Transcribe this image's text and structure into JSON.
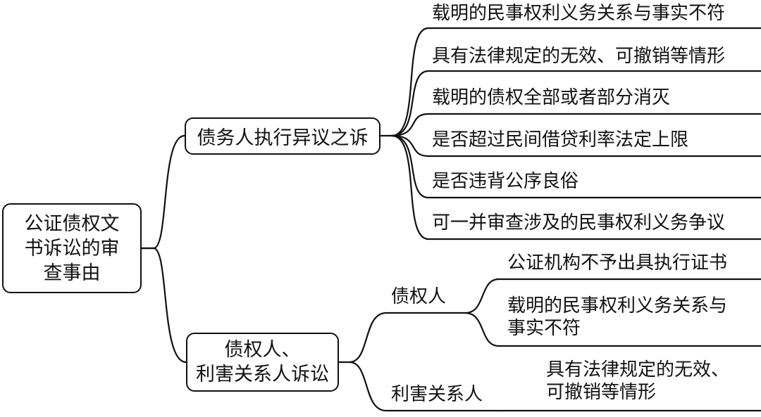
{
  "root": {
    "line1": "公证债权文",
    "line2": "书诉讼的审",
    "line3": "查事由"
  },
  "branch1": {
    "label": "债务人执行异议之诉",
    "items": [
      "载明的民事权利义务关系与事实不符",
      "具有法律规定的无效、可撤销等情形",
      "载明的债权全部或者部分消灭",
      "是否超过民间借贷利率法定上限",
      "是否违背公序良俗",
      "可一并审查涉及的民事权利义务争议"
    ]
  },
  "branch2": {
    "line1": "债权人、",
    "line2": "利害关系人诉讼",
    "creditor": {
      "label": "债权人",
      "items": [
        "公证机构不予出具执行证书",
        {
          "line1": "载明的民事权利义务关系与",
          "line2": "事实不符"
        }
      ]
    },
    "interested": {
      "label": "利害关系人",
      "items": [
        {
          "line1": "具有法律规定的无效、",
          "line2": "可撤销等情形"
        }
      ]
    }
  }
}
